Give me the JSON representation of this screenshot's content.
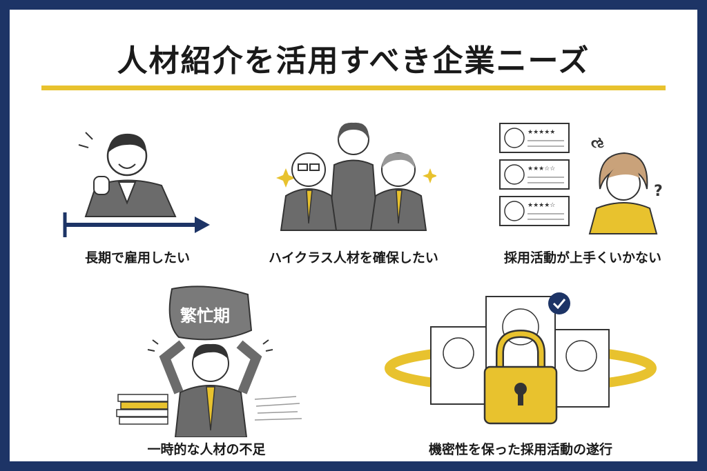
{
  "title": "人材紹介を活用すべき企業ニーズ",
  "colors": {
    "navy": "#1d3466",
    "yellow": "#e8c22e",
    "gray": "#6b6b6b"
  },
  "needs": [
    {
      "label": "長期で雇用したい",
      "icon": "long-term-employee-icon"
    },
    {
      "label": "ハイクラス人材を確保したい",
      "icon": "executive-team-icon"
    },
    {
      "label": "採用活動が上手くいかない",
      "icon": "troubled-recruiter-icon"
    },
    {
      "label": "一時的な人材の不足",
      "icon": "overworked-employee-icon",
      "rock_text": "繁忙期"
    },
    {
      "label": "機密性を保った採用活動の遂行",
      "icon": "confidential-recruiting-icon"
    }
  ]
}
